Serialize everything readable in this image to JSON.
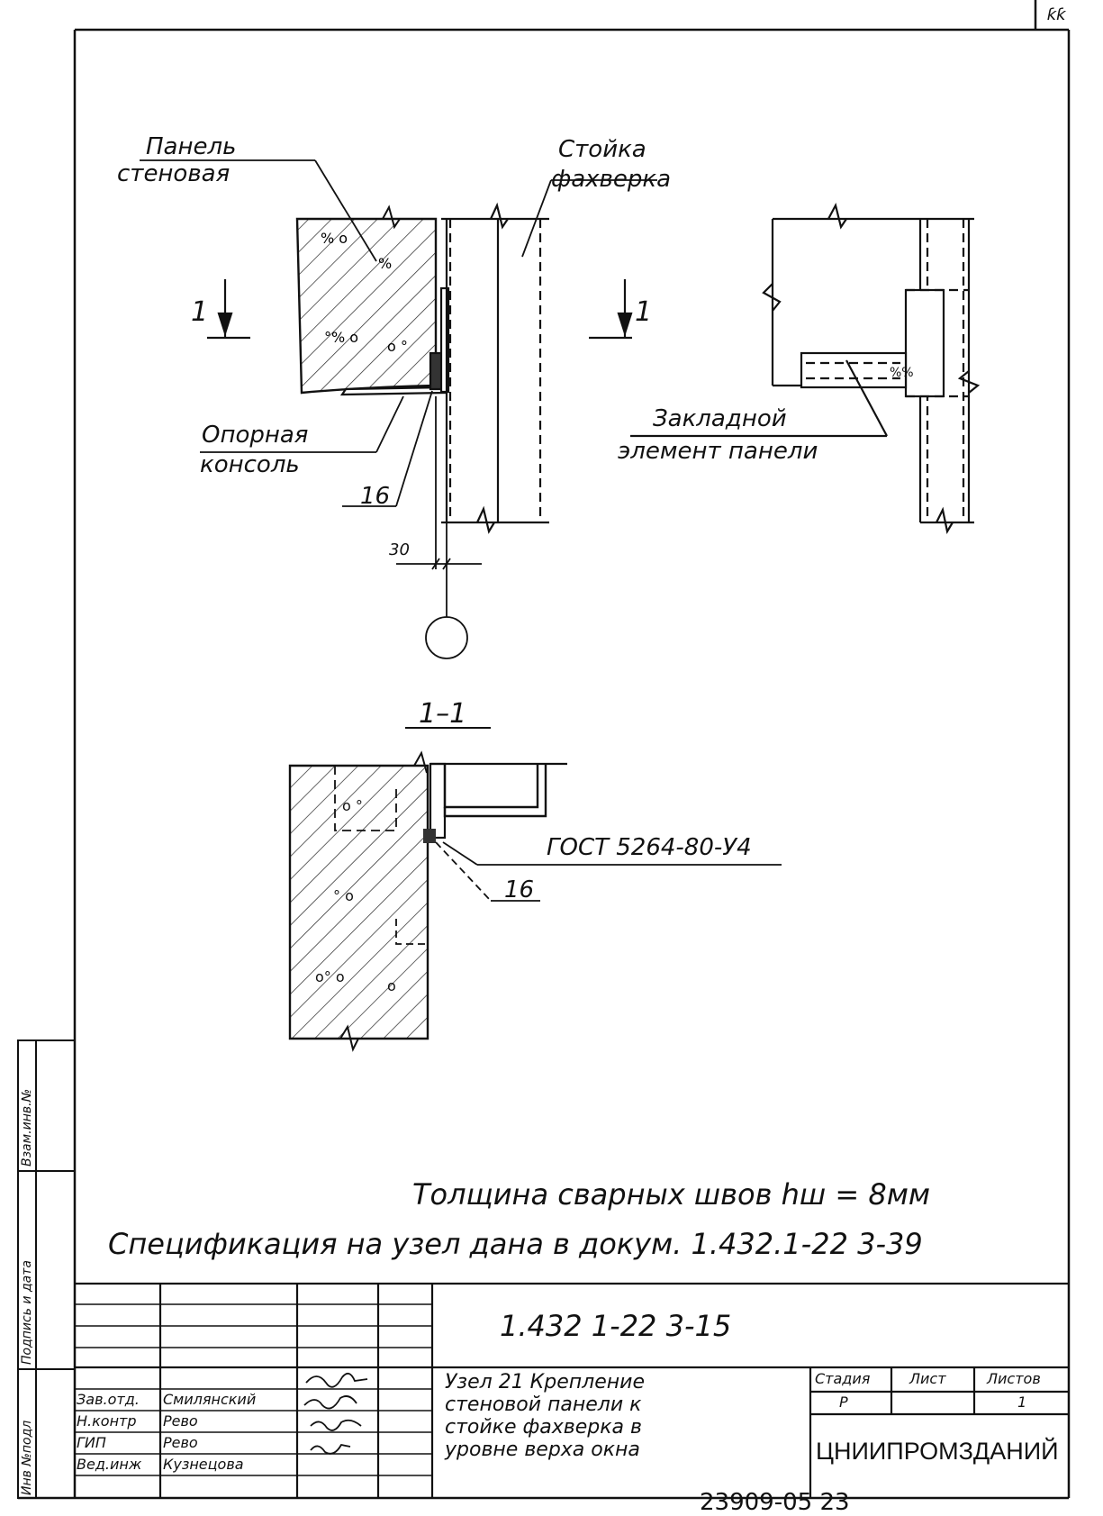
{
  "corner_mark": "ƙƙ",
  "labels": {
    "panel_l1": "Панель",
    "panel_l2": "стеновая",
    "post_l1": "Стойка",
    "post_l2": "фахверка",
    "support_l1": "Опорная",
    "support_l2": "консоль",
    "embedded_l1": "Закладной",
    "embedded_l2": "элемент панели",
    "weld_16_a": "16",
    "weld_16_b": "16",
    "dim_30": "30",
    "cut_left": "1",
    "cut_right": "1",
    "section_title": "1–1",
    "gost": "ГОСТ 5264-80-У4"
  },
  "notes": {
    "weld_thickness": "Толщина сварных швов hш = 8мм",
    "specification": "Спецификация на узел дана в докум. 1.432.1-22 3-39"
  },
  "side_stamps": [
    "Инв №подл",
    "Подпись и дата",
    "Взам.инв.№"
  ],
  "title_block": {
    "doc_code": "1.432 1-22 3-15",
    "title_l1": "Узел 21  Крепление",
    "title_l2": "стеновой панели к",
    "title_l3": "стойке фахверка в",
    "title_l4": "уровне верха окна",
    "col_stage": "Стадия",
    "col_sheet": "Лист",
    "col_sheets": "Листов",
    "stage_value": "Р",
    "sheets_value": "1",
    "organization": "ЦНИИПРОМЗДАНИЙ",
    "roles": [
      {
        "role": "Зав.отд.",
        "name": "Смилянский"
      },
      {
        "role": "Н.контр",
        "name": "Рево"
      },
      {
        "role": "ГИП",
        "name": "Рево"
      },
      {
        "role": "Вед.инж",
        "name": "Кузнецова"
      }
    ]
  },
  "footer_number": "23909-05  23"
}
